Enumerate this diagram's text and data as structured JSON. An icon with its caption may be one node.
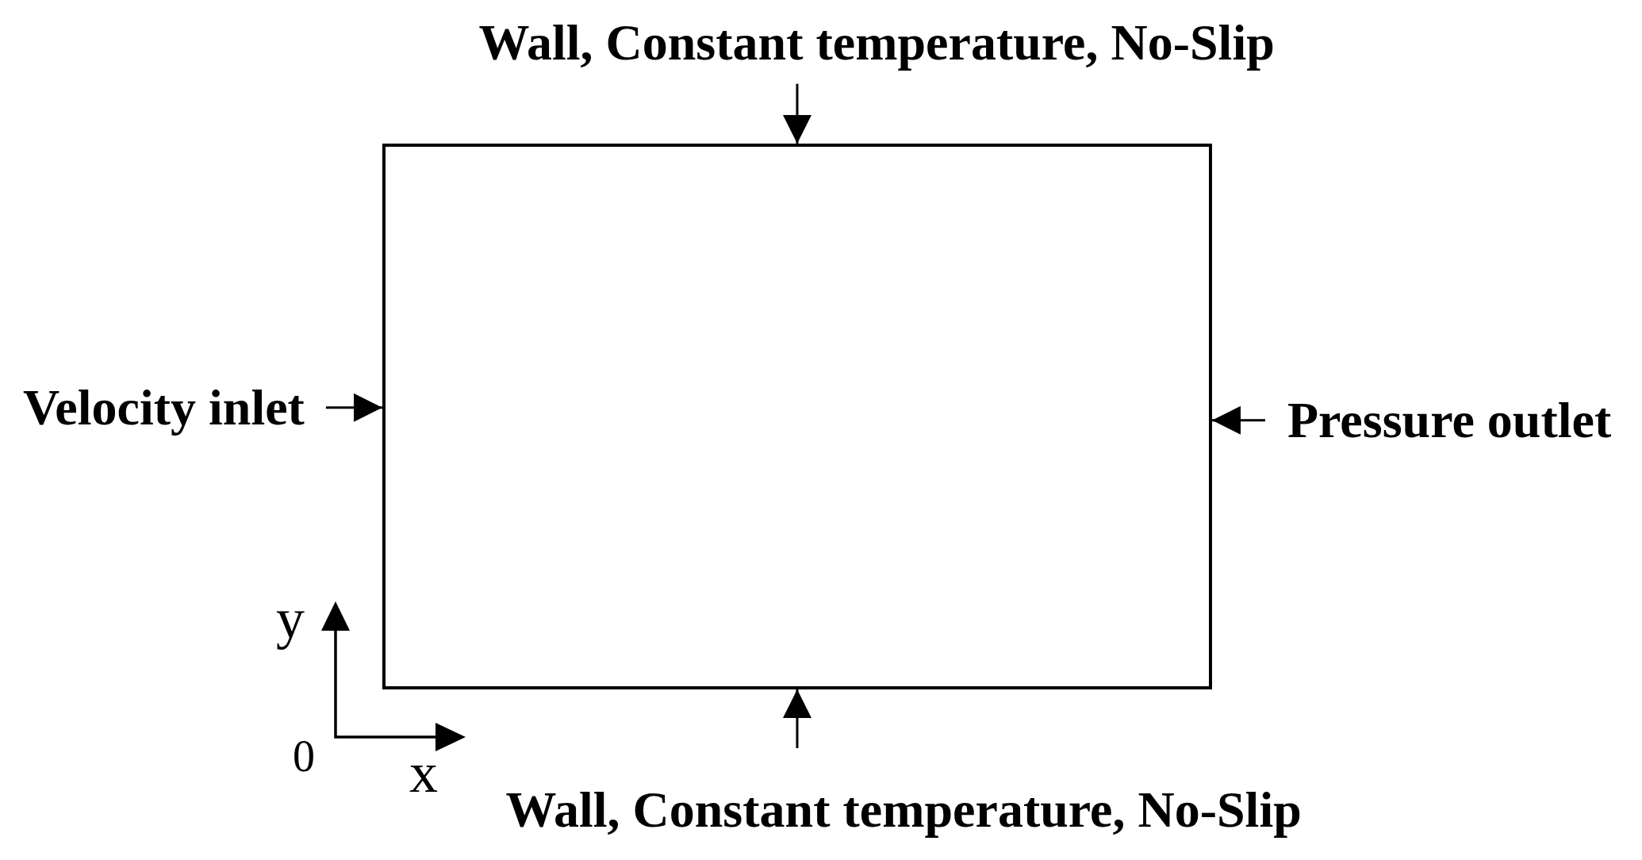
{
  "diagram": {
    "nodes": [
      {
        "text": [
          "Wall, Constant temperature, No-Slip"
        ]
      },
      {
        "text": [
          "Velocity inlet"
        ]
      },
      {
        "text": [],
        "shape": "box"
      },
      {
        "text": [
          "Pressure outlet"
        ]
      },
      {
        "text": [
          "Wall, Constant temperature, No-Slip"
        ]
      }
    ],
    "edges": [
      {
        "from": 0,
        "to": 2,
        "arrow": "to"
      },
      {
        "from": 1,
        "to": 2,
        "arrow": "to"
      },
      {
        "from": 3,
        "to": 2,
        "arrow": "to"
      },
      {
        "from": 4,
        "to": 2,
        "arrow": "to"
      }
    ],
    "labels": [
      "y",
      "0",
      "x"
    ]
  }
}
